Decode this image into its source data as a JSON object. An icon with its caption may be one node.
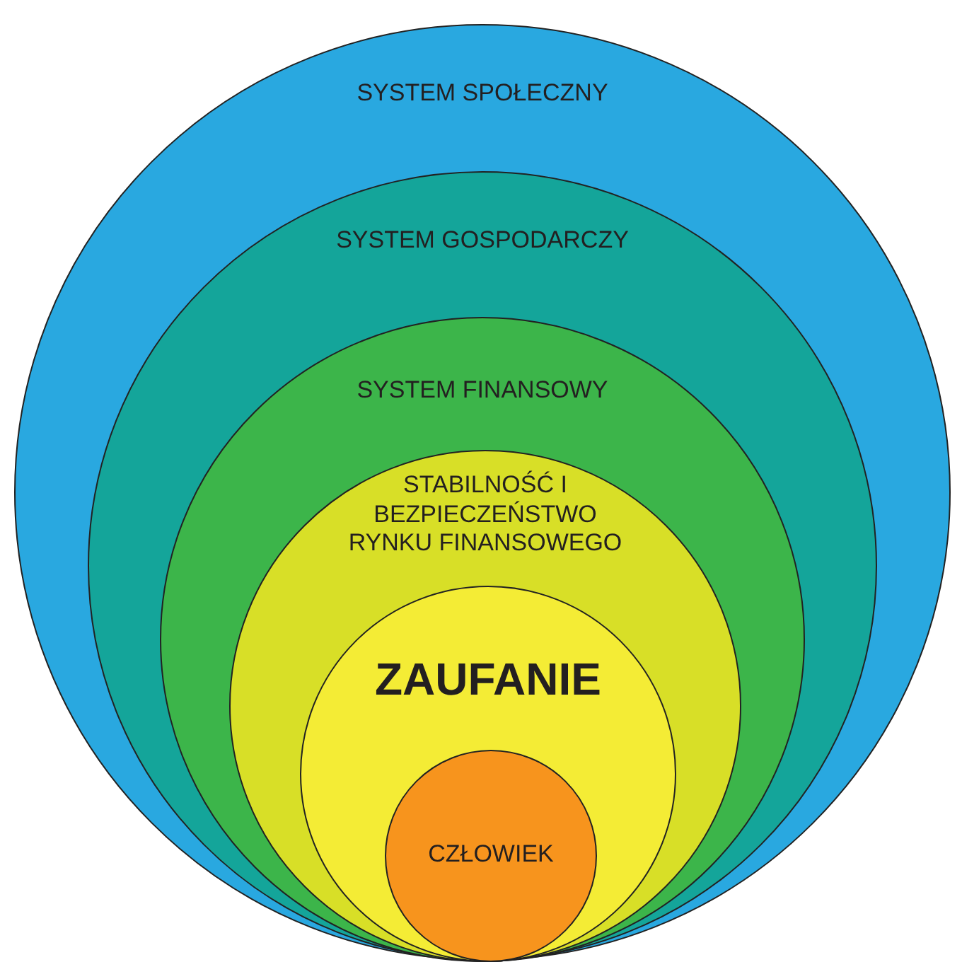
{
  "diagram": {
    "nodes": [
      {
        "text": [
          "SYSTEM SPOŁECZNY"
        ]
      },
      {
        "text": [
          "SYSTEM GOSPODARCZY"
        ],
        "in": 0
      },
      {
        "text": [
          "SYSTEM FINANSOWY"
        ],
        "in": 1
      },
      {
        "text": [
          "STABILNOŚĆ I BEZPIECZEŃSTWO RYNKU FINANSOWEGO"
        ],
        "in": 2
      },
      {
        "text": [
          "ZAUFANIE"
        ],
        "in": 3
      },
      {
        "text": [
          "CZŁOWIEK"
        ],
        "in": 4
      }
    ]
  }
}
